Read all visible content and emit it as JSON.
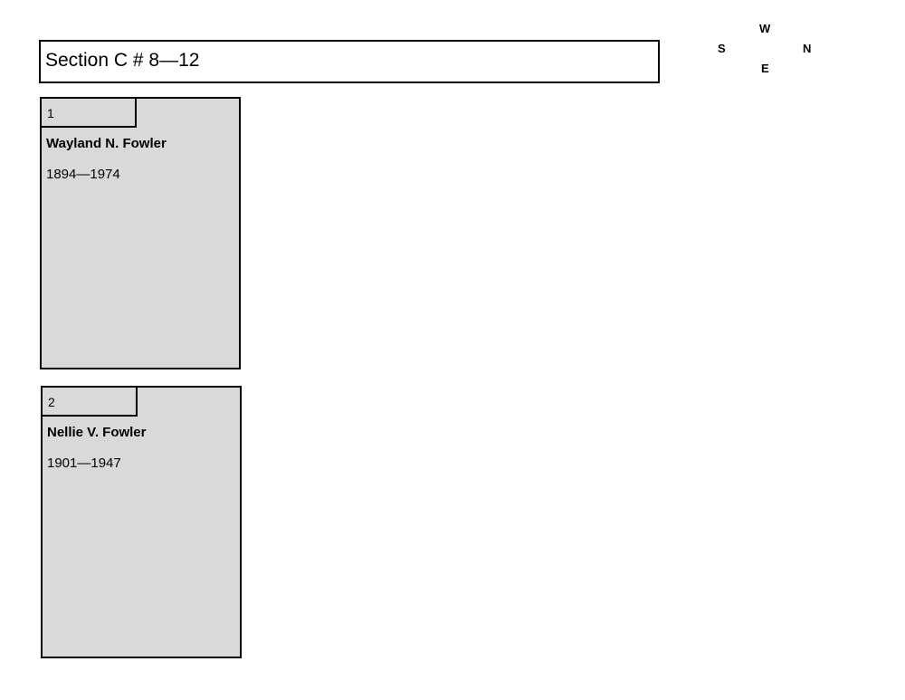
{
  "title": "Section C # 8—12",
  "compass": {
    "top": "W",
    "left": "S",
    "right": "N",
    "bottom": "E"
  },
  "plots": [
    {
      "number": "1",
      "name": "Wayland N. Fowler",
      "dates": "1894—1974"
    },
    {
      "number": "2",
      "name": "Nellie V. Fowler",
      "dates": "1901—1947"
    }
  ]
}
